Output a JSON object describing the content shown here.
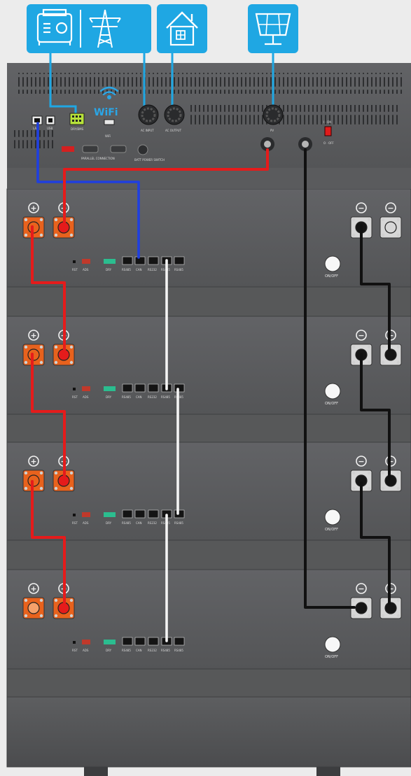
{
  "colors": {
    "icon_bg": "#1fa7e3",
    "cabinet": "#5b5c5e",
    "red_cable": "#e51b1b",
    "blue_cable": "#1f3fe0",
    "black_cable": "#111111",
    "white_cable": "#f4f4f4",
    "terminal_orange": "#e8621d",
    "green_connector": "#b7e23a"
  },
  "icons": {
    "generator": "generator-icon",
    "grid": "power-tower-icon",
    "home": "house-icon",
    "pv": "solar-panel-icon"
  },
  "inverter": {
    "wifi_text": "WiFi",
    "port_labels": [
      "LAN",
      "USB"
    ],
    "green_port_label": "DRY/BMS",
    "usb_label": "WiFi",
    "ac_input_label": "AC INPUT",
    "ac_output_label": "AC OUTPUT",
    "pv_label": "PV",
    "switch_on": "I · ON",
    "switch_off": "O · OFF",
    "parallel_label": "PARALLEL CONNECTION",
    "power_label": "BATT POWER SWITCH"
  },
  "battery": {
    "port_labels": [
      "RST",
      "ADS",
      "DRY",
      "RS485",
      "CAN",
      "RS232",
      "RS485",
      "RS485"
    ],
    "onoff_label": "ON/OFF",
    "plus_symbol": "+",
    "minus_symbol": "−"
  }
}
